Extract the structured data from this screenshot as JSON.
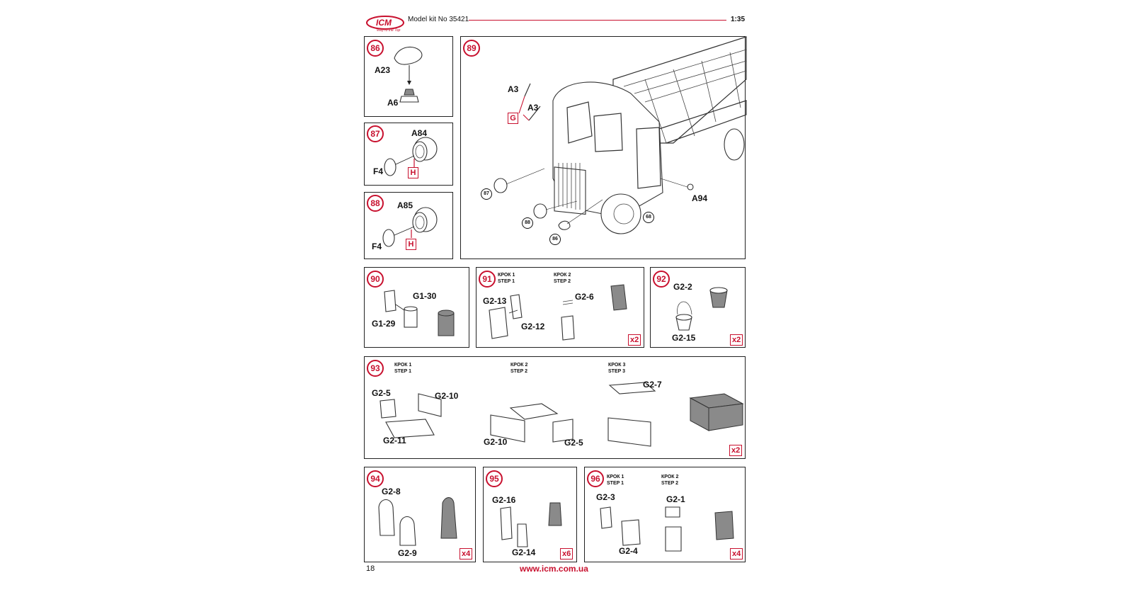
{
  "header": {
    "logo_text": "ICM",
    "logo_tagline": "Way to the Top",
    "kit_label": "Model kit No 35421",
    "scale": "1:35"
  },
  "footer": {
    "page_number": "18",
    "url": "www.icm.com.ua"
  },
  "colors": {
    "accent": "#c8102e",
    "frame": "#222222"
  },
  "steps": {
    "s86": {
      "number": "86",
      "parts": [
        "A23",
        "A6"
      ]
    },
    "s87": {
      "number": "87",
      "parts": [
        "A84",
        "F4"
      ],
      "marker": "H"
    },
    "s88": {
      "number": "88",
      "parts": [
        "A85",
        "F4"
      ],
      "marker": "H"
    },
    "s89": {
      "number": "89",
      "parts": [
        "A3",
        "A3",
        "A94"
      ],
      "marker": "G",
      "refs": [
        "87",
        "88",
        "86",
        "68"
      ]
    },
    "s90": {
      "number": "90",
      "parts": [
        "G1-30",
        "G1-29"
      ]
    },
    "s91": {
      "number": "91",
      "step1": "КРОК 1",
      "step1_en": "STEP 1",
      "step2": "КРОК 2",
      "step2_en": "STEP 2",
      "parts": [
        "G2-13",
        "G2-12",
        "G2-6"
      ],
      "multiplier": "x2"
    },
    "s92": {
      "number": "92",
      "parts": [
        "G2-2",
        "G2-15"
      ],
      "multiplier": "x2"
    },
    "s93": {
      "number": "93",
      "step1": "КРОК 1",
      "step1_en": "STEP 1",
      "step2": "КРОК 2",
      "step2_en": "STEP 2",
      "step3": "КРОК 3",
      "step3_en": "STEP 3",
      "parts": [
        "G2-5",
        "G2-10",
        "G2-11",
        "G2-10",
        "G2-5",
        "G2-7"
      ],
      "multiplier": "x2"
    },
    "s94": {
      "number": "94",
      "parts": [
        "G2-8",
        "G2-9"
      ],
      "multiplier": "x4"
    },
    "s95": {
      "number": "95",
      "parts": [
        "G2-16",
        "G2-14"
      ],
      "multiplier": "x6"
    },
    "s96": {
      "number": "96",
      "step1": "КРОК 1",
      "step1_en": "STEP 1",
      "step2": "КРОК 2",
      "step2_en": "STEP 2",
      "parts": [
        "G2-3",
        "G2-4",
        "G2-1"
      ],
      "multiplier": "x4"
    }
  }
}
